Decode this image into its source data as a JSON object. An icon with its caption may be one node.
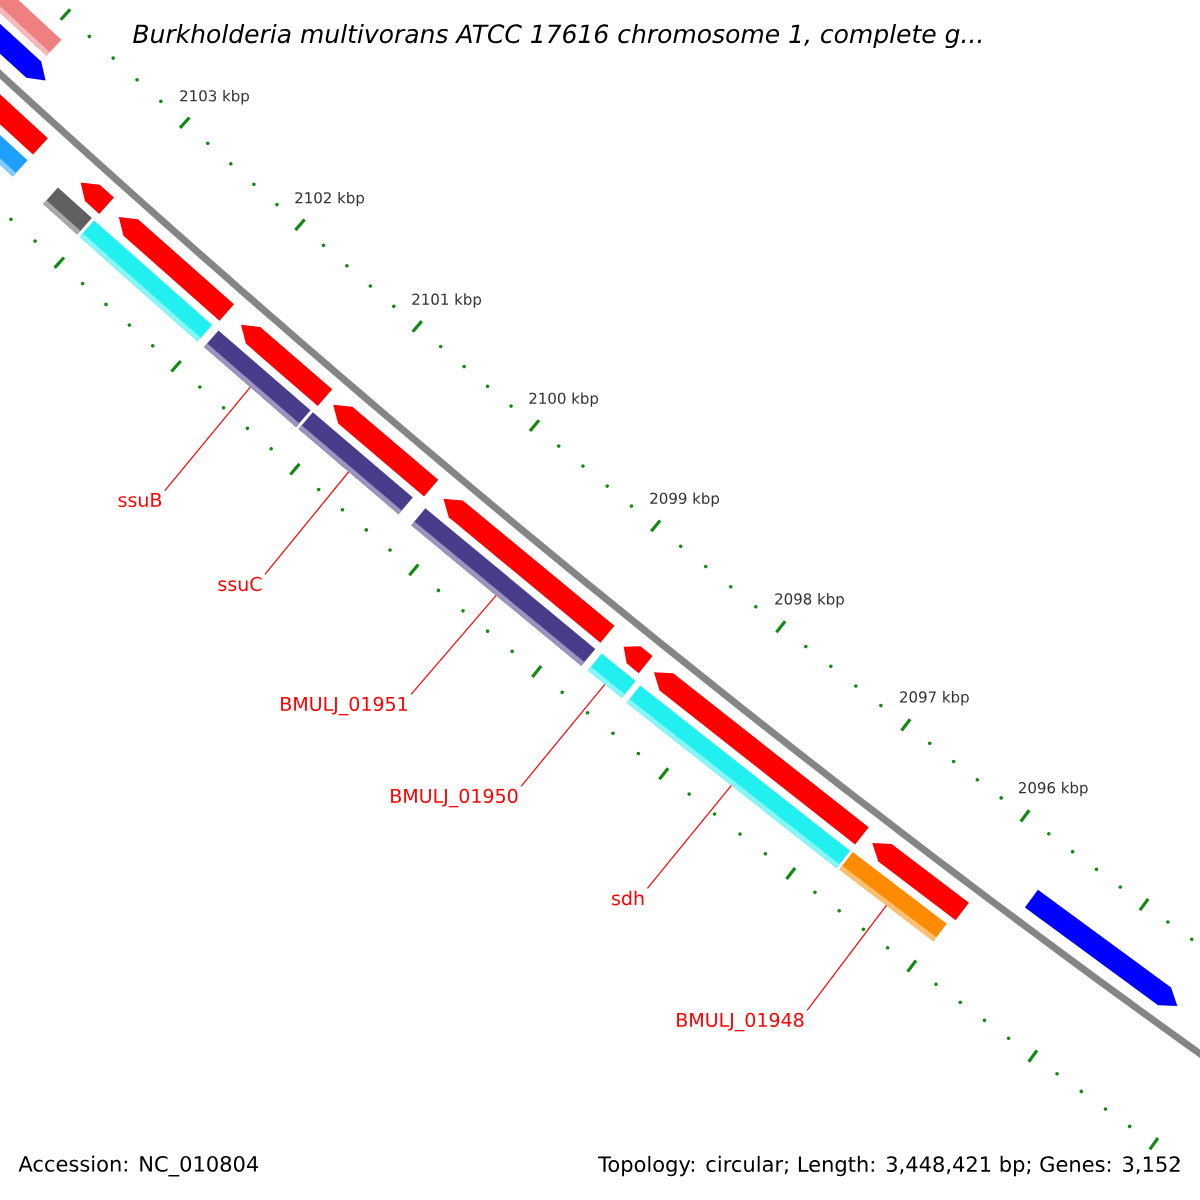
{
  "diagram": {
    "title": "Burkholderia multivorans ATCC 17616 chromosome 1, complete g...",
    "nodes": [
      {
        "text": [],
        "shape": "bar"
      },
      {
        "text": [],
        "shape": "pentagon"
      },
      {
        "text": [],
        "shape": "pentagon"
      },
      {
        "text": [],
        "shape": "bar"
      },
      {
        "text": [],
        "shape": "bar"
      },
      {
        "text": [],
        "shape": "pentagon"
      },
      {
        "text": [],
        "shape": "bar"
      },
      {
        "text": [],
        "shape": "pentagon"
      },
      {
        "text": [],
        "shape": "bar"
      },
      {
        "text": [],
        "shape": "pentagon"
      },
      {
        "text": [],
        "shape": "bar"
      },
      {
        "text": [],
        "shape": "pentagon"
      },
      {
        "text": [],
        "shape": "bar"
      },
      {
        "text": [],
        "shape": "pentagon"
      },
      {
        "text": [],
        "shape": "bar"
      },
      {
        "text": [],
        "shape": "pentagon"
      },
      {
        "text": [],
        "shape": "bar"
      },
      {
        "text": [],
        "shape": "pentagon"
      },
      {
        "text": [],
        "shape": "bar"
      },
      {
        "text": [],
        "shape": "pentagon"
      },
      {
        "text": [],
        "shape": "pentagon"
      },
      {
        "text": [
          "ssuB"
        ]
      },
      {
        "text": [
          "ssuC"
        ]
      },
      {
        "text": [
          "BMULJ_01951"
        ]
      },
      {
        "text": [
          "BMULJ_01950"
        ]
      },
      {
        "text": [
          "sdh"
        ]
      },
      {
        "text": [
          "BMULJ_01948"
        ]
      }
    ],
    "edges": [
      {
        "from": 21,
        "to": 8,
        "arrow": "none"
      },
      {
        "from": 22,
        "to": 10,
        "arrow": "none"
      },
      {
        "from": 23,
        "to": 12,
        "arrow": "none"
      },
      {
        "from": 24,
        "to": 14,
        "arrow": "none"
      },
      {
        "from": 25,
        "to": 16,
        "arrow": "none"
      },
      {
        "from": 26,
        "to": 18,
        "arrow": "none"
      }
    ],
    "labels": [
      "2103 kbp",
      "2102 kbp",
      "2101 kbp",
      "2100 kbp",
      "2099 kbp",
      "2098 kbp",
      "2097 kbp",
      "2096 kbp",
      "Accession: NC_010804",
      "Topology: circular; Length: 3,448,421 bp; Genes: 3,152"
    ]
  }
}
